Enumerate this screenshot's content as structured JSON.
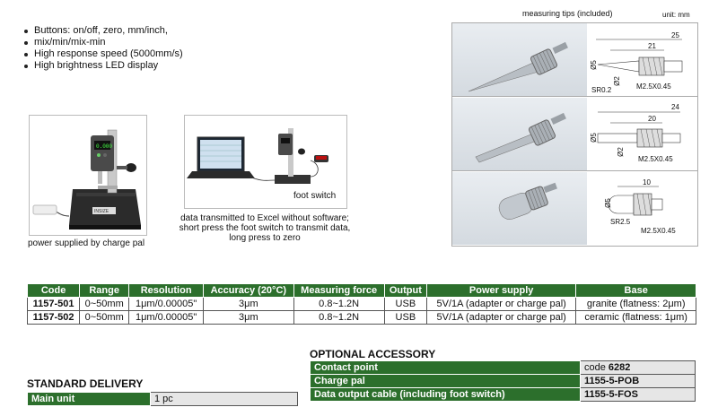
{
  "features": [
    "Buttons: on/off, zero, mm/inch,",
    "mix/min/mix-min",
    "High response speed (5000mm/s)",
    "High brightness LED display"
  ],
  "captions": {
    "left": "power supplied by charge pal",
    "foot_switch": "foot switch",
    "right_line1": "data transmitted to Excel without software;",
    "right_line2": "short press the foot switch to transmit data,",
    "right_line3": "long press to zero"
  },
  "tips": {
    "title": "measuring tips (included)",
    "unit": "unit: mm",
    "tip1": {
      "d1": "25",
      "d2": "21",
      "dia1": "Ø5",
      "dia2": "Ø2",
      "sr": "SR0.2",
      "thread": "M2.5X0.45"
    },
    "tip2": {
      "d1": "24",
      "d2": "20",
      "dia1": "Ø5",
      "dia2": "Ø2",
      "thread": "M2.5X0.45"
    },
    "tip3": {
      "d1": "10",
      "dia1": "Ø5",
      "sr": "SR2.5",
      "thread": "M2.5X0.45"
    }
  },
  "spec_table": {
    "headers": [
      "Code",
      "Range",
      "Resolution",
      "Accuracy (20°C)",
      "Measuring force",
      "Output",
      "Power supply",
      "Base"
    ],
    "rows": [
      [
        "1157-501",
        "0~50mm",
        "1μm/0.00005\"",
        "3μm",
        "0.8~1.2N",
        "USB",
        "5V/1A (adapter or charge pal)",
        "granite (flatness: 2μm)"
      ],
      [
        "1157-502",
        "0~50mm",
        "1μm/0.00005\"",
        "3μm",
        "0.8~1.2N",
        "USB",
        "5V/1A (adapter or charge pal)",
        "ceramic (flatness: 1μm)"
      ]
    ]
  },
  "optional": {
    "title": "OPTIONAL ACCESSORY",
    "rows": [
      {
        "name": "Contact point",
        "code_prefix": "code ",
        "code": "6282"
      },
      {
        "name": "Charge pal",
        "code_prefix": "",
        "code": "1155-5-POB"
      },
      {
        "name": "Data output cable (including foot switch)",
        "code_prefix": "",
        "code": "1155-5-FOS"
      }
    ]
  },
  "standard": {
    "title": "STANDARD DELIVERY",
    "item": "Main unit",
    "qty": "1 pc"
  },
  "colors": {
    "header_green": "#2c6f2c",
    "cell_gray": "#e6e6e6"
  }
}
